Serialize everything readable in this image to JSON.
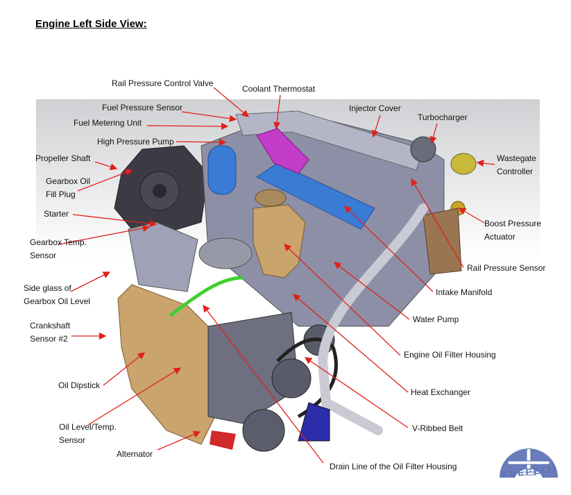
{
  "title": "Engine Left Side View:",
  "colors": {
    "leader": "#e0201a",
    "logo": "#5a6fb3",
    "housing_tan": "#c9a46c",
    "manifold_blue": "#3a7bd5",
    "thermostat_magenta": "#c33bc9",
    "hose_green": "#3fcf2f"
  },
  "labels": {
    "rail_pressure_control_valve": "Rail Pressure Control Valve",
    "coolant_thermostat": "Coolant Thermostat",
    "fuel_pressure_sensor": "Fuel Pressure Sensor",
    "fuel_metering_unit": "Fuel Metering Unit",
    "high_pressure_pump": "High Pressure Pump",
    "injector_cover": "Injector Cover",
    "turbocharger": "Turbocharger",
    "wastegate_controller": "Wastegate Controller",
    "propeller_shaft": "Propeller Shaft",
    "gearbox_oil_fill_plug": "Gearbox Oil Fill Plug",
    "starter": "Starter",
    "boost_pressure_actuator": "Boost Pressure Actuator",
    "gearbox_temp_sensor": "Gearbox Temp. Sensor",
    "rail_pressure_sensor": "Rail Pressure Sensor",
    "side_glass": "Side glass of Gearbox Oil Level",
    "intake_manifold": "Intake Manifold",
    "crankshaft_sensor": "Crankshaft Sensor #2",
    "water_pump": "Water Pump",
    "oil_dipstick": "Oil Dipstick",
    "engine_oil_filter_housing": "Engine Oil Filter Housing",
    "heat_exchanger": "Heat Exchanger",
    "oil_level_temp_sensor": "Oil Level/Temp. Sensor",
    "v_ribbed_belt": "V-Ribbed Belt",
    "alternator": "Alternator",
    "drain_line": "Drain Line of the Oil Filter Housing"
  },
  "logo": {
    "text": "XUEFEIJI",
    "icon": "airplane-icon"
  }
}
